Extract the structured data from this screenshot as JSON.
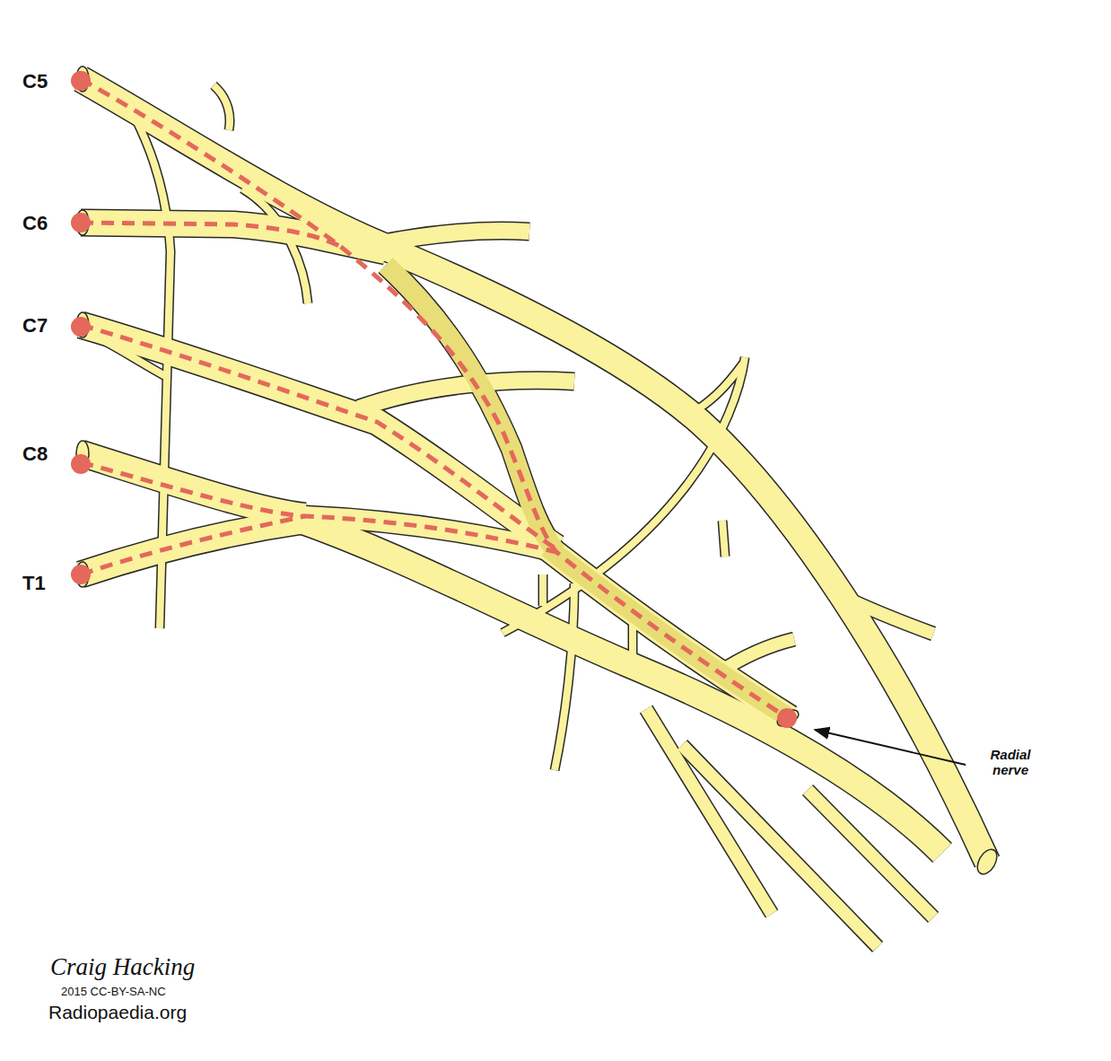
{
  "diagram": {
    "labels": [
      "C5",
      "C6",
      "C7",
      "C8",
      "T1",
      "Radial nerve",
      "Craig Hacking",
      "2015 CC-BY-SA-NC",
      "Radiopaedia.org"
    ]
  }
}
